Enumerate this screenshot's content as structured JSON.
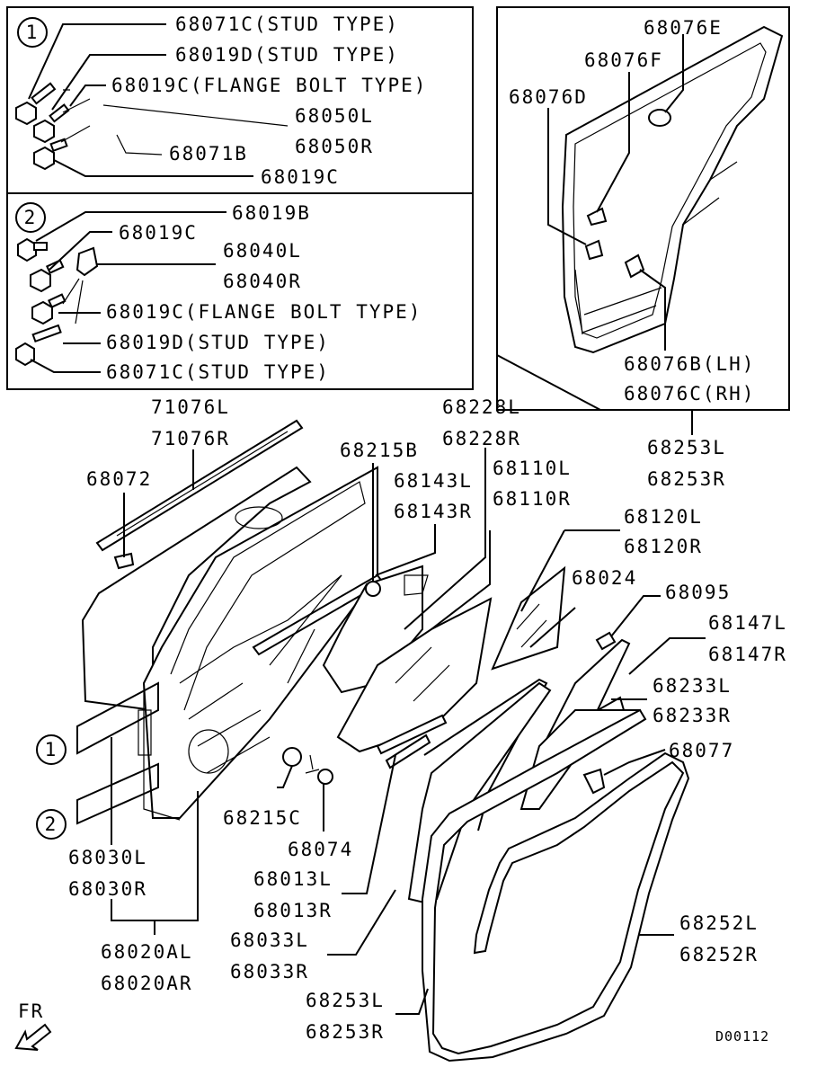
{
  "diagram": {
    "code": "D00112",
    "fr_label": "FR",
    "box1": {
      "marker": "1",
      "labels": [
        "68071C(STUD TYPE)",
        "68019D(STUD TYPE)",
        "68019C(FLANGE BOLT TYPE)",
        "68050L",
        "68050R",
        "68071B",
        "68019C"
      ]
    },
    "box2": {
      "marker": "2",
      "labels": [
        "68019B",
        "68019C",
        "68040L",
        "68040R",
        "68019C(FLANGE BOLT TYPE)",
        "68019D(STUD TYPE)",
        "68071C(STUD TYPE)"
      ]
    },
    "box3": {
      "labels": [
        "68076E",
        "68076F",
        "68076D",
        "68076B(LH)",
        "68076C(RH)"
      ]
    },
    "main": {
      "labels": [
        "68253L",
        "68253R",
        "71076L",
        "71076R",
        "68228L",
        "68228R",
        "68072",
        "68215B",
        "68143L",
        "68143R",
        "68110L",
        "68110R",
        "68120L",
        "68120R",
        "68024",
        "68095",
        "68147L",
        "68147R",
        "68233L",
        "68233R",
        "68077",
        "68215C",
        "68074",
        "68030L",
        "68030R",
        "68013L",
        "68013R",
        "68020AL",
        "68020AR",
        "68033L",
        "68033R",
        "68252L",
        "68252R",
        "68253L",
        "68253R"
      ],
      "callouts": [
        "1",
        "2"
      ]
    }
  }
}
